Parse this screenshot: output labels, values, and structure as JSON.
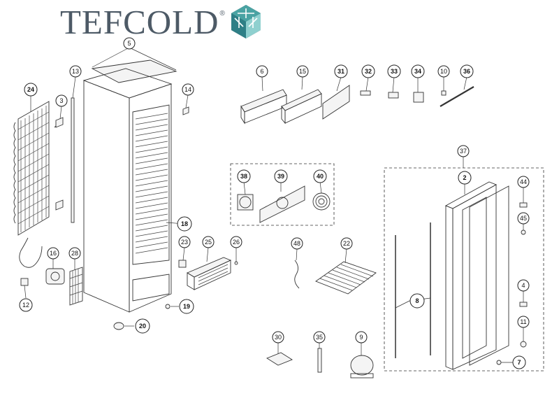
{
  "brand": {
    "name": "TEFCOLD",
    "registered_mark": "®",
    "logo_icon": "snowflake-cube-logo",
    "logo_colors": [
      "#4aa3a3",
      "#2e7f86",
      "#8fd0cf",
      "#3b4a57"
    ]
  },
  "callouts": {
    "c24": "24",
    "c3": "3",
    "c13": "13",
    "c5": "5",
    "c14": "14",
    "c16": "16",
    "c28": "28",
    "c12": "12",
    "c18": "18",
    "c23": "23",
    "c25": "25",
    "c26": "26",
    "c19": "19",
    "c20": "20",
    "c6": "6",
    "c15": "15",
    "c31": "31",
    "c32": "32",
    "c33": "33",
    "c34": "34",
    "c10": "10",
    "c36": "36",
    "c38": "38",
    "c39": "39",
    "c40": "40",
    "c37": "37",
    "c2": "2",
    "c44": "44",
    "c45": "45",
    "c4": "4",
    "c11": "11",
    "c7": "7",
    "c48": "48",
    "c22": "22",
    "c8": "8",
    "c30": "30",
    "c35": "35",
    "c9": "9"
  }
}
